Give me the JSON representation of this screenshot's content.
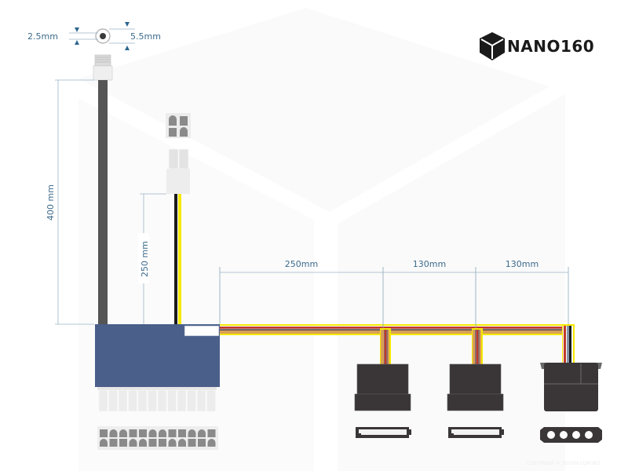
{
  "brand": {
    "name": "NANO160",
    "logo_icon": "cube-y-icon"
  },
  "dc_jack": {
    "inner_diameter_label": "2.5mm",
    "outer_diameter_label": "5.5mm"
  },
  "cables": {
    "dc_input_length_label": "400 mm",
    "p4_cable_length_label": "250 mm",
    "segment_1_label": "250mm",
    "segment_2_label": "130mm",
    "segment_3_label": "130mm"
  },
  "connectors": [
    {
      "name": "DC barrel jack",
      "type": "dc-jack"
    },
    {
      "name": "P4 4-pin CPU power",
      "type": "p4"
    },
    {
      "name": "ATX 24-pin",
      "type": "atx24",
      "pins": 24
    },
    {
      "name": "SATA power 1",
      "type": "sata"
    },
    {
      "name": "SATA power 2",
      "type": "sata"
    },
    {
      "name": "Molex 4-pin",
      "type": "molex",
      "pins": 4
    }
  ],
  "colors": {
    "dimension": "#3d6b8c",
    "board": "#4a5f8a",
    "cable_dark": "#555555",
    "connector_dark": "#3a3637",
    "connector_light": "#ebebeb",
    "wire_yellow": "#f5e800",
    "wire_red": "#c0392b",
    "wire_black": "#1a1a1a",
    "wire_orange": "#d9a056"
  },
  "watermark": "COPYRIGHT © SOUTH.COM.BIZ"
}
